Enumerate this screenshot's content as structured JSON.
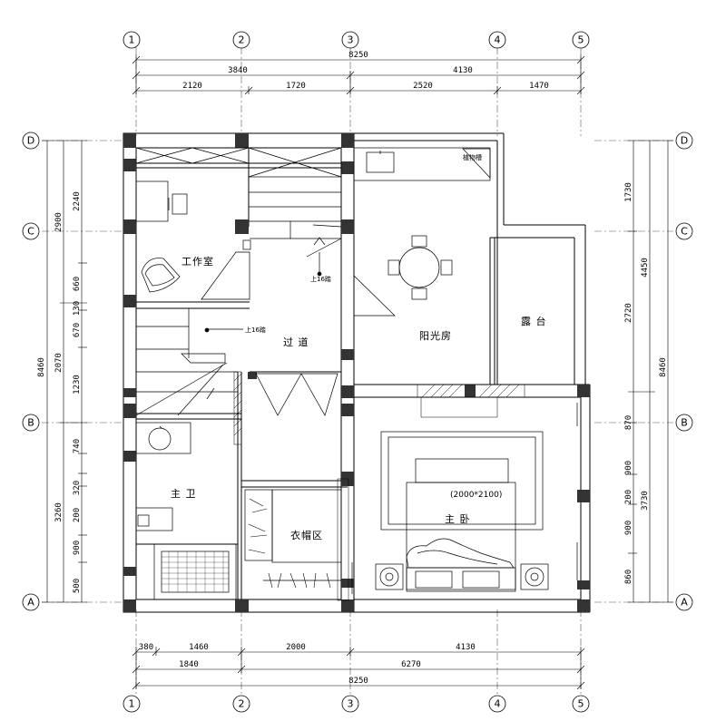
{
  "axes": {
    "columns": [
      "1",
      "2",
      "3",
      "4",
      "5"
    ],
    "rows": [
      "A",
      "B",
      "C",
      "D"
    ]
  },
  "dimensions": {
    "top": {
      "total": "8250",
      "segments_level1": [
        "3840",
        "4130"
      ],
      "segments_level2": [
        "2120",
        "1720",
        "2520",
        "1470"
      ]
    },
    "bottom": {
      "segments_level1": [
        "380",
        "1460",
        "2000",
        "4130"
      ],
      "segments_level2": [
        "1840",
        "6270"
      ],
      "total": "8250"
    },
    "left": {
      "total": "8460",
      "segments_level1": [
        "2900",
        "2070",
        "3260"
      ],
      "segments_level2": [
        "2240",
        "660",
        "130",
        "670",
        "1230",
        "740",
        "320",
        "200",
        "900",
        "500"
      ]
    },
    "right": {
      "total": "8460",
      "segments_level1": [
        "4450",
        "3730"
      ],
      "segments_level2": [
        "1730",
        "2720",
        "870",
        "900",
        "200",
        "900",
        "860"
      ]
    }
  },
  "rooms": {
    "study": "工作室",
    "corridor": "过  道",
    "sunroom": "阳光房",
    "terrace": "露  台",
    "master_bath": "主  卫",
    "cloakroom": "衣帽区",
    "master_bedroom": "主  卧",
    "bed_size": "(2000*2100)"
  },
  "annotations": {
    "up_stair_1": "上16踏",
    "up_stair_2": "上16踏",
    "planter": "植物槽"
  }
}
